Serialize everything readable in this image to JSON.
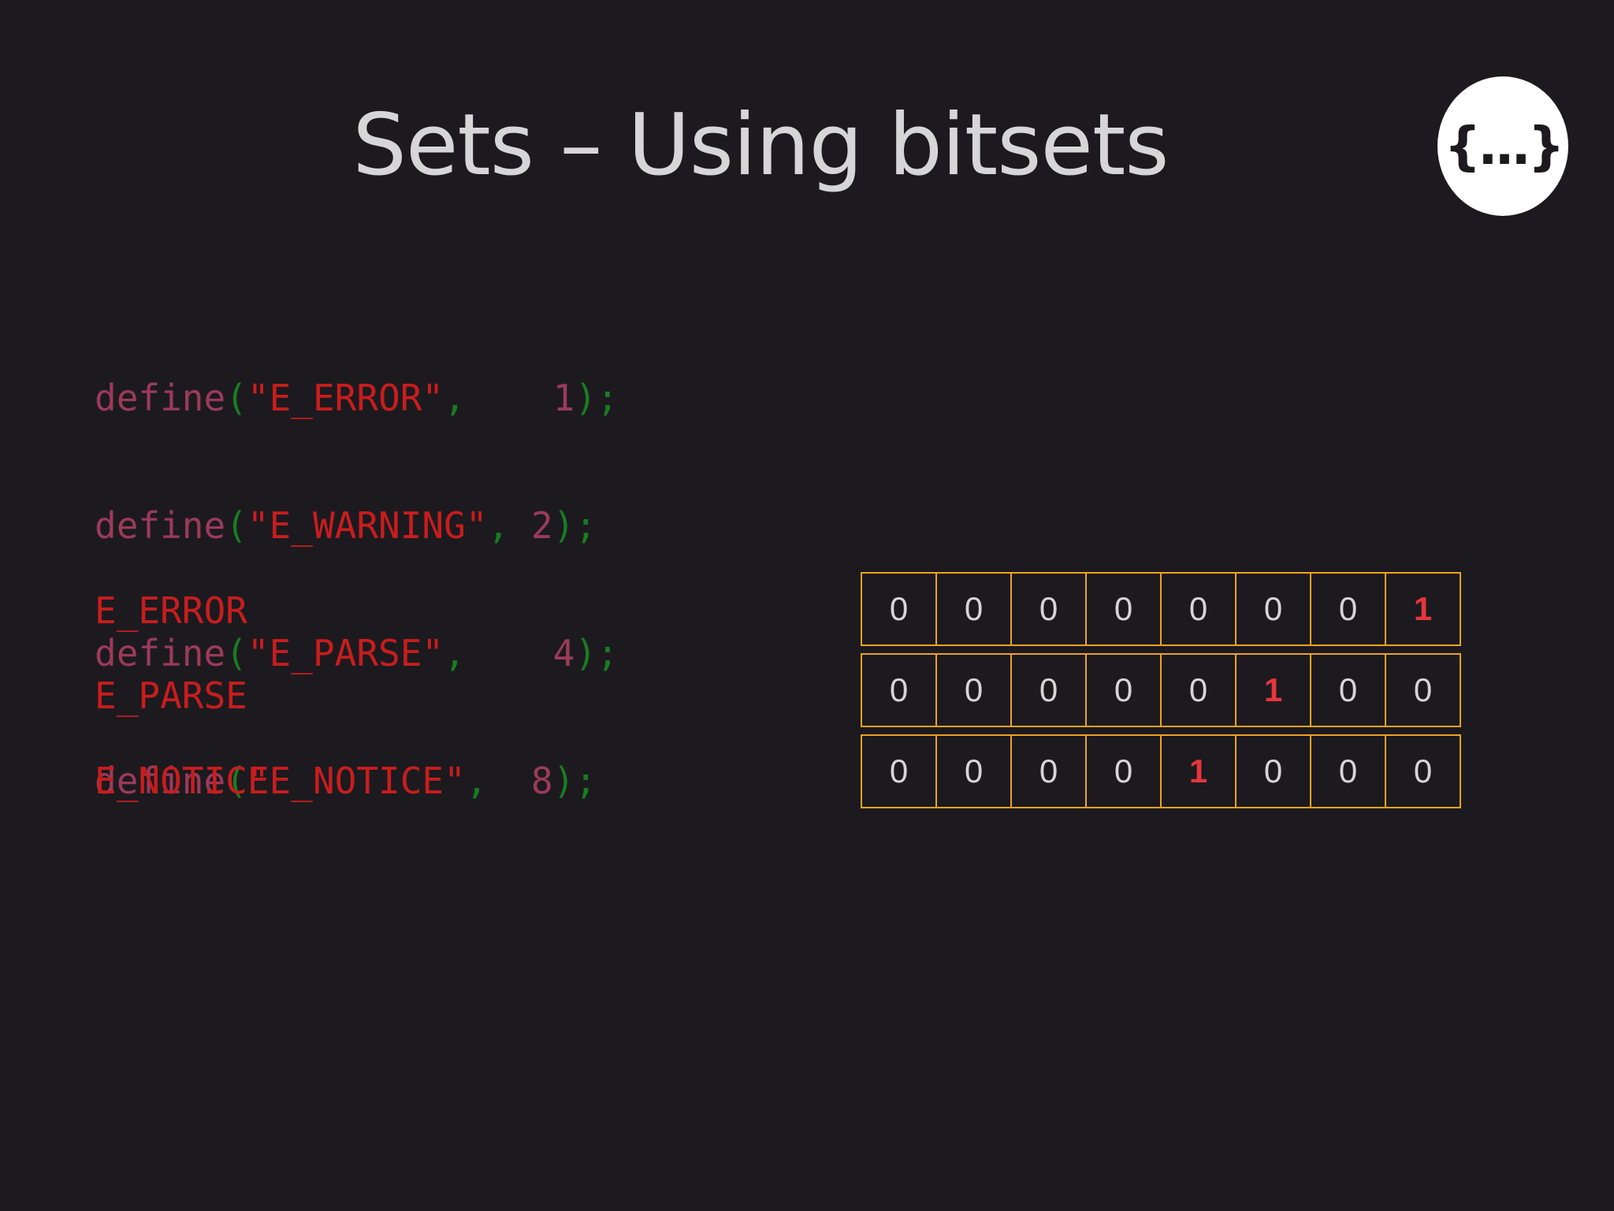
{
  "title": "Sets – Using bitsets",
  "logo": {
    "text": "{...}"
  },
  "code": {
    "lines": [
      {
        "fn": "define",
        "open": "(",
        "name": "\"E_ERROR\"",
        "comma": ",",
        "pad": "   ",
        "value": "1",
        "close": ");"
      },
      {
        "fn": "define",
        "open": "(",
        "name": "\"E_WARNING\"",
        "comma": ",",
        "pad": " ",
        "value": "2",
        "close": ");"
      },
      {
        "fn": "define",
        "open": "(",
        "name": "\"E_PARSE\"",
        "comma": ",",
        "pad": "   ",
        "value": "4",
        "close": ");"
      },
      {
        "fn": "define",
        "open": "(",
        "name": "\"E_NOTICE\"",
        "comma": ",",
        "pad": "  ",
        "value": "8",
        "close": ");"
      }
    ]
  },
  "bitsets": [
    {
      "label": "E_ERROR",
      "bits": [
        "0",
        "0",
        "0",
        "0",
        "0",
        "0",
        "0",
        "1"
      ]
    },
    {
      "label": "E_PARSE",
      "bits": [
        "0",
        "0",
        "0",
        "0",
        "0",
        "1",
        "0",
        "0"
      ]
    },
    {
      "label": "E_NOTICE",
      "bits": [
        "0",
        "0",
        "0",
        "0",
        "1",
        "0",
        "0",
        "0"
      ]
    }
  ],
  "colors": {
    "background": "#1c1a1f",
    "cell_border": "#f0a21e",
    "set_bit": "#e5363b",
    "unset_bit": "#d6d6d8",
    "label": "#c81d1d"
  }
}
